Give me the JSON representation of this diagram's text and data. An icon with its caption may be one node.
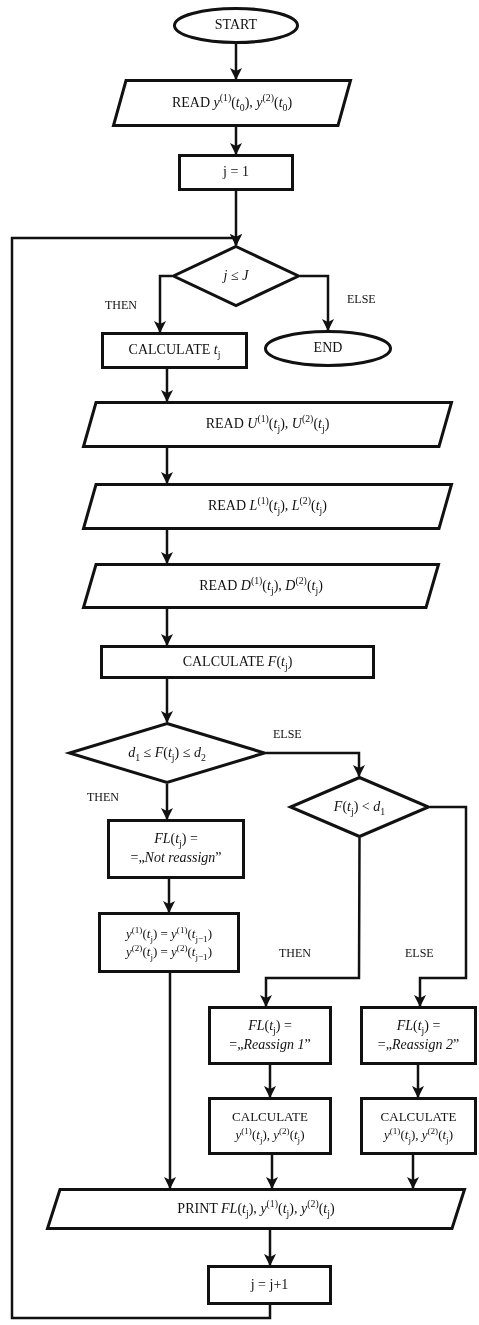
{
  "diagram": {
    "nodes": [
      {
        "text": [
          "START"
        ]
      },
      {
        "text": [
          "READ *y*$^{(1)}$(*t*$_{0}$), *y*$^{(2)}$(*t*$_{0}$)"
        ]
      },
      {
        "text": [
          "j = 1"
        ]
      },
      {
        "text": [
          "*j* ≤ *J*"
        ]
      },
      {
        "text": [
          "CALCULATE *t*$_{j}$"
        ]
      },
      {
        "text": [
          "END"
        ]
      },
      {
        "text": [
          "READ *U*$^{(1)}$(*t*$_{j}$), *U*$^{(2)}$(*t*$_{j}$)"
        ]
      },
      {
        "text": [
          "READ *L*$^{(1)}$(*t*$_{j}$), *L*$^{(2)}$(*t*$_{j}$)"
        ]
      },
      {
        "text": [
          "READ *D*$^{(1)}$(*t*$_{j}$), *D*$^{(2)}$(*t*$_{j}$)"
        ]
      },
      {
        "text": [
          "CALCULATE *F*(*t*$_{j}$)"
        ]
      },
      {
        "text": [
          "*d*$_{1}$ ≤ *F*(*t*$_{j}$) ≤ *d*$_{2}$"
        ]
      },
      {
        "text": [
          "*F*(*t*$_{j}$) < *d*$_{1}$"
        ]
      },
      {
        "text": [
          "*FL*(*t*$_{j}$) =",
          "=„*Not reassign*”"
        ]
      },
      {
        "text": [
          "*y*$^{(1)}$(*t*$_{j}$) = *y*$^{(1)}$(*t*$_{j−1}$)",
          "*y*$^{(2)}$(*t*$_{j}$) = *y*$^{(2)}$(*t*$_{j−1}$)"
        ]
      },
      {
        "text": [
          "*FL*(*t*$_{j}$) =",
          "=„*Reassign 1*”"
        ]
      },
      {
        "text": [
          "*FL*(*t*$_{j}$) =",
          "=„*Reassign 2*”"
        ]
      },
      {
        "text": [
          "CALCULATE",
          "*y*$^{(1)}$(*t*$_{j}$), *y*$^{(2)}$(*t*$_{j}$)"
        ]
      },
      {
        "text": [
          "CALCULATE",
          "*y*$^{(1)}$(*t*$_{j}$), *y*$^{(2)}$(*t*$_{j}$)"
        ]
      },
      {
        "text": [
          "PRINT *FL*(*t*$_{j}$), *y*$^{(1)}$(*t*$_{j}$), *y*$^{(2)}$(*t*$_{j}$)"
        ]
      },
      {
        "text": [
          "j = j+1"
        ]
      }
    ],
    "edges": [
      {
        "from": 0,
        "to": 1,
        "arrow": "to"
      },
      {
        "from": 1,
        "to": 2,
        "arrow": "to"
      },
      {
        "from": 2,
        "to": 3,
        "arrow": "to"
      },
      {
        "from": 3,
        "to": 4,
        "arrow": "to",
        "label": "THEN"
      },
      {
        "from": 3,
        "to": 5,
        "arrow": "to",
        "label": "ELSE"
      },
      {
        "from": 4,
        "to": 6,
        "arrow": "to"
      },
      {
        "from": 6,
        "to": 7,
        "arrow": "to"
      },
      {
        "from": 7,
        "to": 8,
        "arrow": "to"
      },
      {
        "from": 8,
        "to": 9,
        "arrow": "to"
      },
      {
        "from": 9,
        "to": 10,
        "arrow": "to"
      },
      {
        "from": 10,
        "to": 11,
        "arrow": "to",
        "label": "ELSE"
      },
      {
        "from": 10,
        "to": 12,
        "arrow": "to",
        "label": "THEN"
      },
      {
        "from": 12,
        "to": 13,
        "arrow": "to"
      },
      {
        "from": 11,
        "to": 14,
        "arrow": "to",
        "label": "THEN"
      },
      {
        "from": 11,
        "to": 15,
        "arrow": "to",
        "label": "ELSE"
      },
      {
        "from": 13,
        "to": 18,
        "arrow": "to"
      },
      {
        "from": 14,
        "to": 16,
        "arrow": "to"
      },
      {
        "from": 15,
        "to": 17,
        "arrow": "to"
      },
      {
        "from": 16,
        "to": 18,
        "arrow": "to"
      },
      {
        "from": 17,
        "to": 18,
        "arrow": "to"
      },
      {
        "from": 18,
        "to": 19,
        "arrow": "to"
      },
      {
        "from": 19,
        "to": 3,
        "arrow": "to"
      }
    ]
  }
}
